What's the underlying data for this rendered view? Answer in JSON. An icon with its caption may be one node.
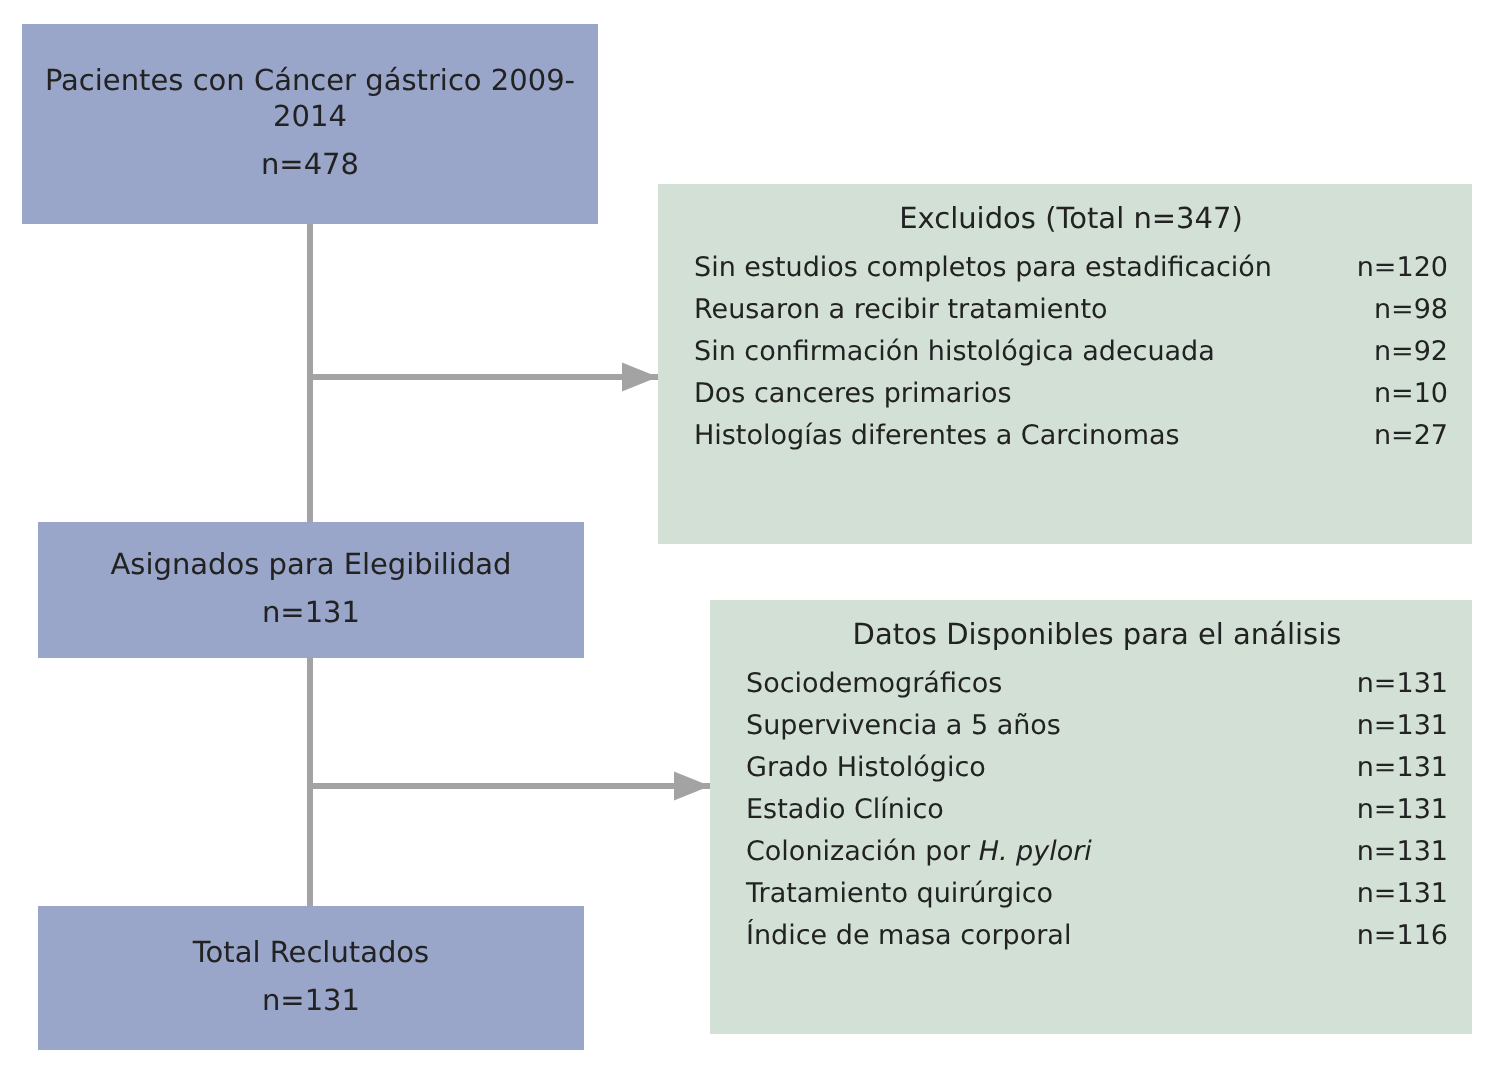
{
  "diagram": {
    "nodes": [
      {
        "text": [
          "Pacientes con Cáncer gástrico 2009-2014",
          "n=478"
        ]
      },
      {
        "text": [
          "Excluidos (Total n=347)",
          "Sin estudios completos para estadificación",
          "n=120",
          "Reusaron a recibir tratamiento",
          "n=98",
          "Sin confirmación histológica adecuada",
          "n=92",
          "Dos canceres primarios",
          "n=10",
          "Histologías diferentes a Carcinomas",
          "n=27"
        ]
      },
      {
        "text": [
          "Asignados para Elegibilidad",
          "n=131"
        ]
      },
      {
        "text": [
          "Datos Disponibles para el análisis",
          "Sociodemográficos",
          "n=131",
          "Supervivencia a 5 años",
          "n=131",
          "Grado Histológico",
          "n=131",
          "Estadio Clínico",
          "n=131",
          "Colonización por *H. pylori*",
          "n=131",
          "Tratamiento quirúrgico",
          "n=131",
          "Índice de masa corporal",
          "n=116"
        ]
      },
      {
        "text": [
          "Total Reclutados",
          "n=131"
        ]
      }
    ],
    "edges": [
      {
        "from": 0,
        "to": 2,
        "arrow": "none"
      },
      {
        "from": 0,
        "to": 1,
        "arrow": "to"
      },
      {
        "from": 2,
        "to": 4,
        "arrow": "none"
      },
      {
        "from": 2,
        "to": 3,
        "arrow": "to"
      }
    ]
  }
}
